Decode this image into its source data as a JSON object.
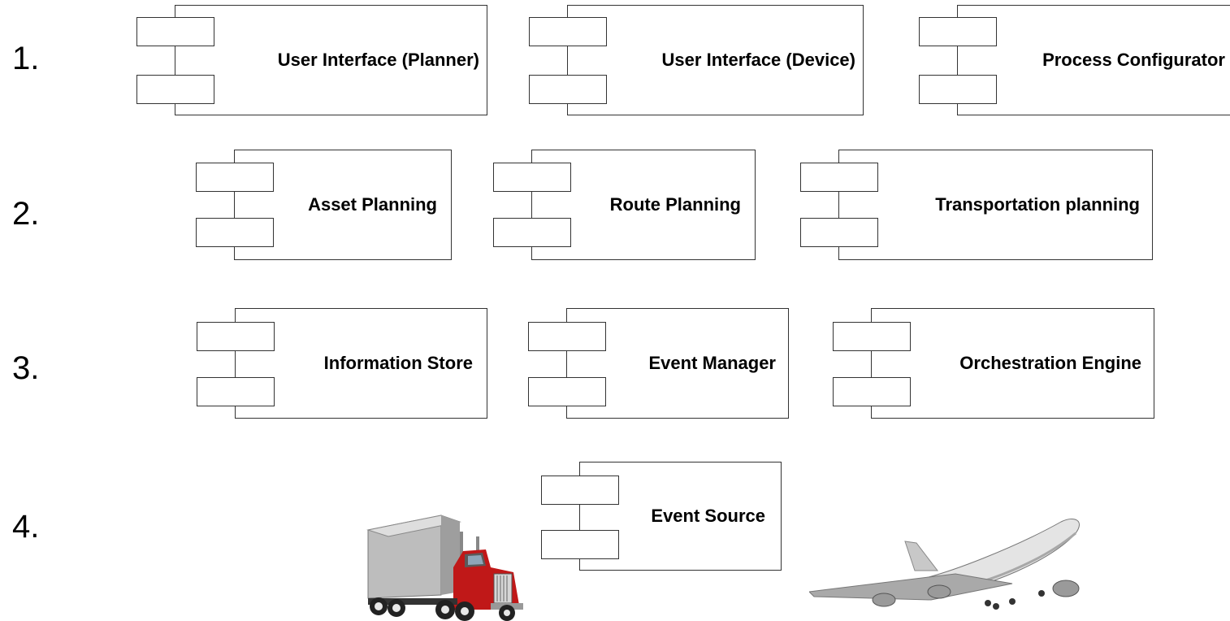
{
  "rows": [
    {
      "number": "1.",
      "components": [
        "User Interface (Planner)",
        "User Interface (Device)",
        "Process Configurator"
      ]
    },
    {
      "number": "2.",
      "components": [
        "Asset Planning",
        "Route Planning",
        "Transportation planning"
      ]
    },
    {
      "number": "3.",
      "components": [
        "Information Store",
        "Event Manager",
        "Orchestration Engine"
      ]
    },
    {
      "number": "4.",
      "components": [
        "Event Source"
      ]
    }
  ],
  "images": {
    "truck": "truck-icon",
    "airplane": "airplane-icon"
  }
}
